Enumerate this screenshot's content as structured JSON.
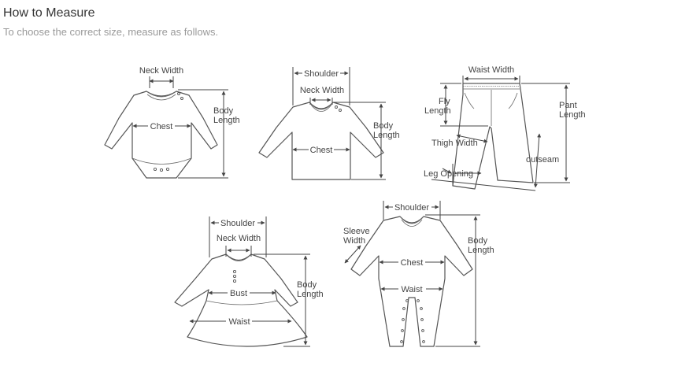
{
  "header": {
    "title": "How to Measure",
    "subtitle": "To choose the correct size, measure as follows."
  },
  "diagrams": {
    "bodysuit": {
      "neck_width": "Neck Width",
      "chest": "Chest",
      "body_length_1": "Body",
      "body_length_2": "Length"
    },
    "shirt": {
      "shoulder": "Shoulder",
      "neck_width": "Neck Width",
      "chest": "Chest",
      "body_length_1": "Body",
      "body_length_2": "Length"
    },
    "pants": {
      "waist_width": "Waist Width",
      "fly_length_1": "Fly",
      "fly_length_2": "Length",
      "pant_length_1": "Pant",
      "pant_length_2": "Length",
      "thigh_width": "Thigh Width",
      "outseam": "outseam",
      "leg_opening": "Leg Opening"
    },
    "dress": {
      "shoulder": "Shoulder",
      "neck_width": "Neck Width",
      "bust": "Bust",
      "waist": "Waist",
      "body_length_1": "Body",
      "body_length_2": "Length"
    },
    "romper": {
      "shoulder": "Shoulder",
      "sleeve_width_1": "Sleeve",
      "sleeve_width_2": "Width",
      "chest": "Chest",
      "waist": "Waist",
      "body_length_1": "Body",
      "body_length_2": "Length"
    }
  }
}
